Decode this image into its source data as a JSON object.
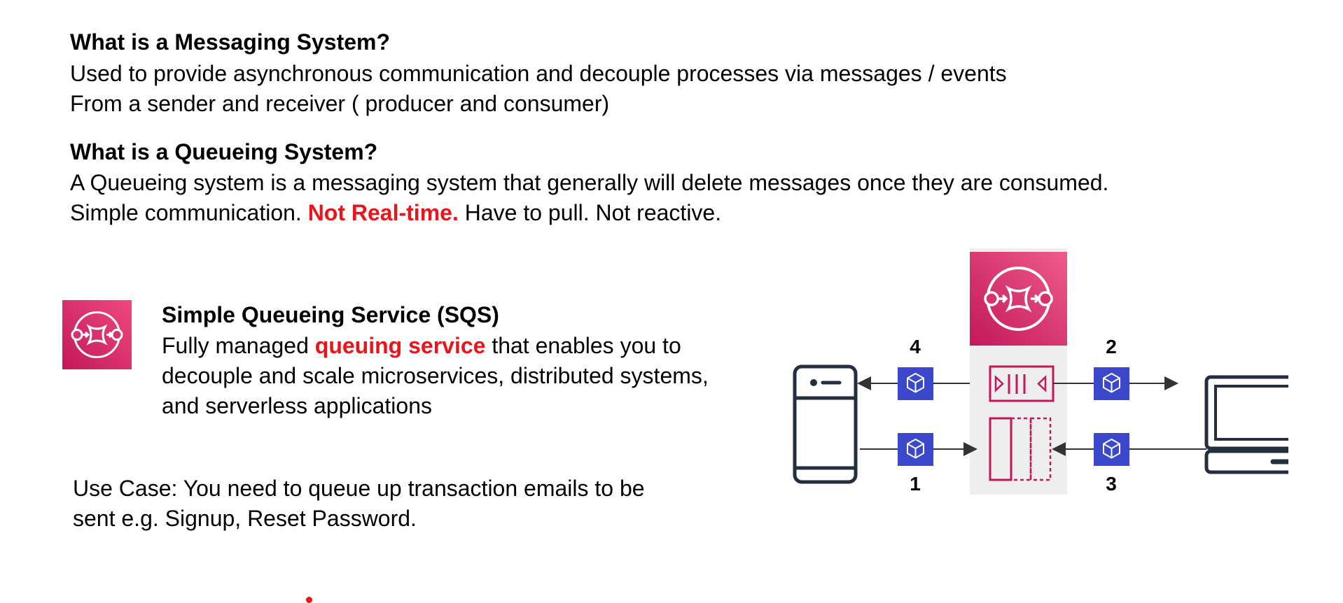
{
  "section1": {
    "heading": "What is a Messaging System?",
    "line1": "Used to provide asynchronous communication and decouple processes via messages / events",
    "line2": "From a sender and receiver ( producer and consumer)"
  },
  "section2": {
    "heading": "What is a Queueing System?",
    "line1": "A Queueing system is a messaging system that generally will delete messages once they are consumed.",
    "line2_pre": "Simple communication. ",
    "line2_highlight": "Not Real-time.",
    "line2_post": " Have to pull. Not reactive."
  },
  "sqs": {
    "title": "Simple Queueing Service (SQS)",
    "line1_pre": "Fully managed ",
    "line1_highlight": "queuing service",
    "line1_post": " that enables you to",
    "line2": "decouple and scale microservices, distributed systems,",
    "line3": "and serverless applications"
  },
  "use_case": {
    "line1": "Use Case: You need to queue up transaction emails to be",
    "line2": "sent e.g. Signup, Reset Password."
  },
  "diagram": {
    "steps": {
      "one": "1",
      "two": "2",
      "three": "3",
      "four": "4"
    },
    "icons": [
      "sqs-icon",
      "mobile-phone-icon",
      "laptop-icon",
      "message-cube-icon",
      "queue-icon"
    ]
  },
  "colors": {
    "highlight": "#e8161b",
    "sqs_pink": "#d6336c",
    "message_blue": "#3b48cc",
    "queue_panel": "#eeeeee"
  }
}
